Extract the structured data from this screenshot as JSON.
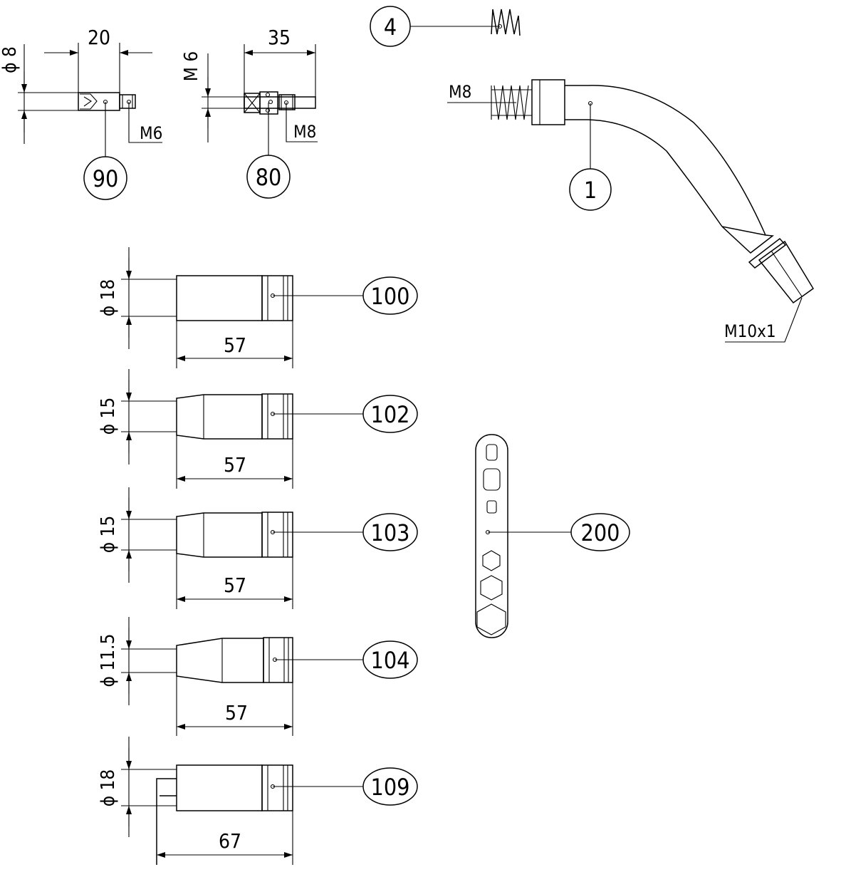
{
  "parts": {
    "p90": {
      "number": "90",
      "dims": {
        "diameter": "ϕ 8",
        "length": "20",
        "thread": "M6"
      }
    },
    "p80": {
      "number": "80",
      "dims": {
        "thread_a": "M 6",
        "length": "35",
        "thread_b": "M8"
      }
    },
    "p4": {
      "number": "4"
    },
    "p1": {
      "number": "1",
      "dims": {
        "thread_in": "M8",
        "thread_out": "M10x1"
      }
    },
    "p100": {
      "number": "100",
      "dims": {
        "diameter": "ϕ 18",
        "length": "57"
      }
    },
    "p102": {
      "number": "102",
      "dims": {
        "diameter": "ϕ 15",
        "length": "57"
      }
    },
    "p103": {
      "number": "103",
      "dims": {
        "diameter": "ϕ 15",
        "length": "57"
      }
    },
    "p104": {
      "number": "104",
      "dims": {
        "diameter": "ϕ 11.5",
        "length": "57"
      }
    },
    "p109": {
      "number": "109",
      "dims": {
        "diameter": "ϕ 18",
        "length": "67"
      }
    },
    "p200": {
      "number": "200"
    }
  }
}
